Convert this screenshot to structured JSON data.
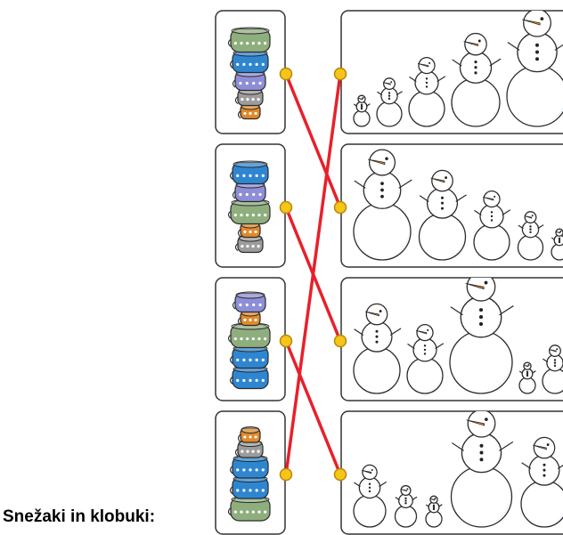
{
  "caption": "Snežaki in klobuki:",
  "colors": {
    "line": "#e8202a",
    "dot_fill": "#f5c518",
    "dot_stroke": "#b8860b",
    "card_stroke": "#333333",
    "snow": "#ffffff",
    "snow_shade": "#cfe2f7",
    "carrot": "#f08a24",
    "hat_green": "#8fae7e",
    "hat_blue": "#2e86d1",
    "hat_purple": "#8e8ed8",
    "hat_grey": "#9c9c9c",
    "hat_orange": "#e08a2c"
  },
  "rows": [
    {
      "hats": [
        "green",
        "blue",
        "purple",
        "grey",
        "orange"
      ],
      "snowmen_sizes": [
        0.45,
        0.7,
        1.0,
        1.35,
        1.7
      ]
    },
    {
      "hats": [
        "blue",
        "purple",
        "green",
        "orange",
        "grey"
      ],
      "snowmen_sizes": [
        1.6,
        1.3,
        1.0,
        0.7,
        0.45
      ]
    },
    {
      "hats": [
        "purple",
        "orange",
        "green",
        "blue",
        "blue"
      ],
      "snowmen_sizes": [
        1.3,
        1.0,
        1.75,
        0.45,
        0.7
      ]
    },
    {
      "hats": [
        "orange",
        "grey",
        "blue",
        "blue",
        "green"
      ],
      "snowmen_sizes": [
        0.9,
        0.6,
        0.45,
        1.7,
        1.3
      ]
    }
  ],
  "connections": [
    {
      "from_row": 1,
      "to_row": 2
    },
    {
      "from_row": 2,
      "to_row": 3
    },
    {
      "from_row": 3,
      "to_row": 4
    },
    {
      "from_row": 4,
      "to_row": 1
    }
  ]
}
